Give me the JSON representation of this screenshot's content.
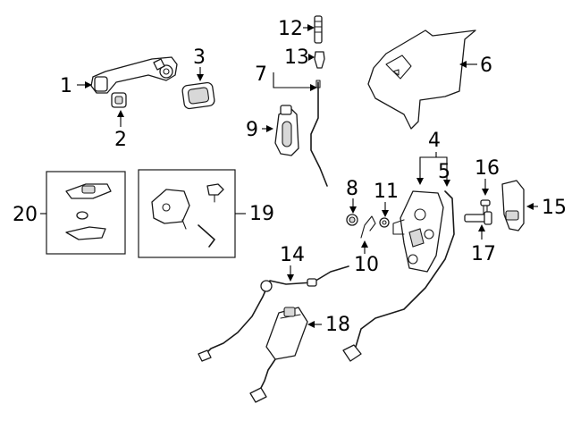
{
  "callouts": {
    "c1": "1",
    "c2": "2",
    "c3": "3",
    "c4": "4",
    "c5": "5",
    "c6": "6",
    "c7": "7",
    "c8": "8",
    "c9": "9",
    "c10": "10",
    "c11": "11",
    "c12": "12",
    "c13": "13",
    "c14": "14",
    "c15": "15",
    "c16": "16",
    "c17": "17",
    "c18": "18",
    "c19": "19",
    "c20": "20"
  },
  "colors": {
    "line": "#1a1a1a",
    "background": "#ffffff",
    "fill_shade": "#d8d8d8"
  }
}
